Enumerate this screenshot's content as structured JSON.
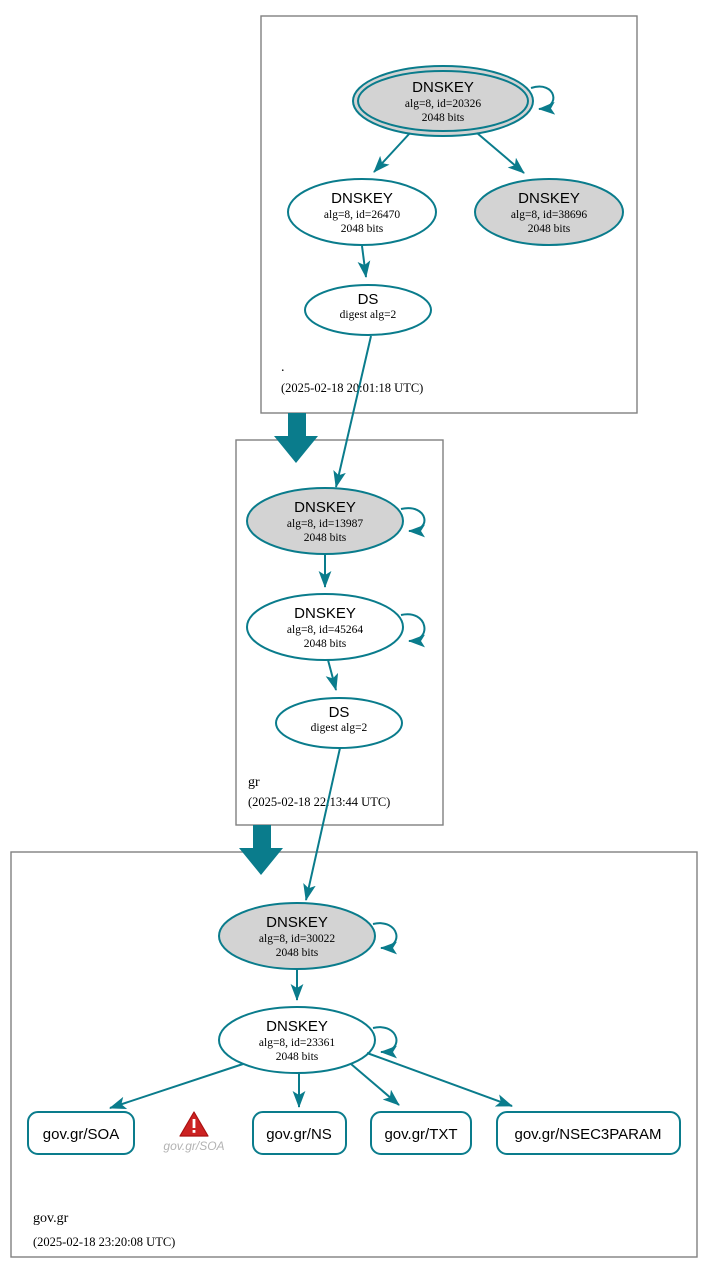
{
  "diagram": {
    "type": "dnssec-authentication-chain",
    "accent_color": "#0a7c8c",
    "zone_border_color": "#808080",
    "secure_key_fill": "#d3d3d3",
    "warning_color": "#cc2222"
  },
  "zones": [
    {
      "id": "root",
      "name": ".",
      "timestamp": "(2025-02-18 20:01:18 UTC)",
      "nodes": [
        {
          "id": "root-ksk-20326",
          "kind": "DNSKEY",
          "title": "DNSKEY",
          "line2": "alg=8, id=20326",
          "line3": "2048 bits",
          "trust_anchor": true,
          "shaded": true
        },
        {
          "id": "root-zsk-26470",
          "kind": "DNSKEY",
          "title": "DNSKEY",
          "line2": "alg=8, id=26470",
          "line3": "2048 bits",
          "trust_anchor": false,
          "shaded": false
        },
        {
          "id": "root-key-38696",
          "kind": "DNSKEY",
          "title": "DNSKEY",
          "line2": "alg=8, id=38696",
          "line3": "2048 bits",
          "trust_anchor": false,
          "shaded": true
        },
        {
          "id": "root-ds",
          "kind": "DS",
          "title": "DS",
          "line2": "digest alg=2",
          "line3": "",
          "trust_anchor": false,
          "shaded": false
        }
      ]
    },
    {
      "id": "gr",
      "name": "gr",
      "timestamp": "(2025-02-18 22:13:44 UTC)",
      "nodes": [
        {
          "id": "gr-ksk-13987",
          "kind": "DNSKEY",
          "title": "DNSKEY",
          "line2": "alg=8, id=13987",
          "line3": "2048 bits",
          "trust_anchor": false,
          "shaded": true
        },
        {
          "id": "gr-zsk-45264",
          "kind": "DNSKEY",
          "title": "DNSKEY",
          "line2": "alg=8, id=45264",
          "line3": "2048 bits",
          "trust_anchor": false,
          "shaded": false
        },
        {
          "id": "gr-ds",
          "kind": "DS",
          "title": "DS",
          "line2": "digest alg=2",
          "line3": "",
          "trust_anchor": false,
          "shaded": false
        }
      ]
    },
    {
      "id": "govgr",
      "name": "gov.gr",
      "timestamp": "(2025-02-18 23:20:08 UTC)",
      "nodes": [
        {
          "id": "govgr-ksk-30022",
          "kind": "DNSKEY",
          "title": "DNSKEY",
          "line2": "alg=8, id=30022",
          "line3": "2048 bits",
          "trust_anchor": false,
          "shaded": true
        },
        {
          "id": "govgr-zsk-23361",
          "kind": "DNSKEY",
          "title": "DNSKEY",
          "line2": "alg=8, id=23361",
          "line3": "2048 bits",
          "trust_anchor": false,
          "shaded": false
        }
      ],
      "rrsets": [
        {
          "id": "rrset-soa",
          "label": "gov.gr/SOA"
        },
        {
          "id": "rrset-ns",
          "label": "gov.gr/NS"
        },
        {
          "id": "rrset-txt",
          "label": "gov.gr/TXT"
        },
        {
          "id": "rrset-nsec3param",
          "label": "gov.gr/NSEC3PARAM"
        }
      ],
      "warnings": [
        {
          "id": "warning-soa",
          "icon": "warning-triangle-icon",
          "label": "gov.gr/SOA"
        }
      ]
    }
  ]
}
